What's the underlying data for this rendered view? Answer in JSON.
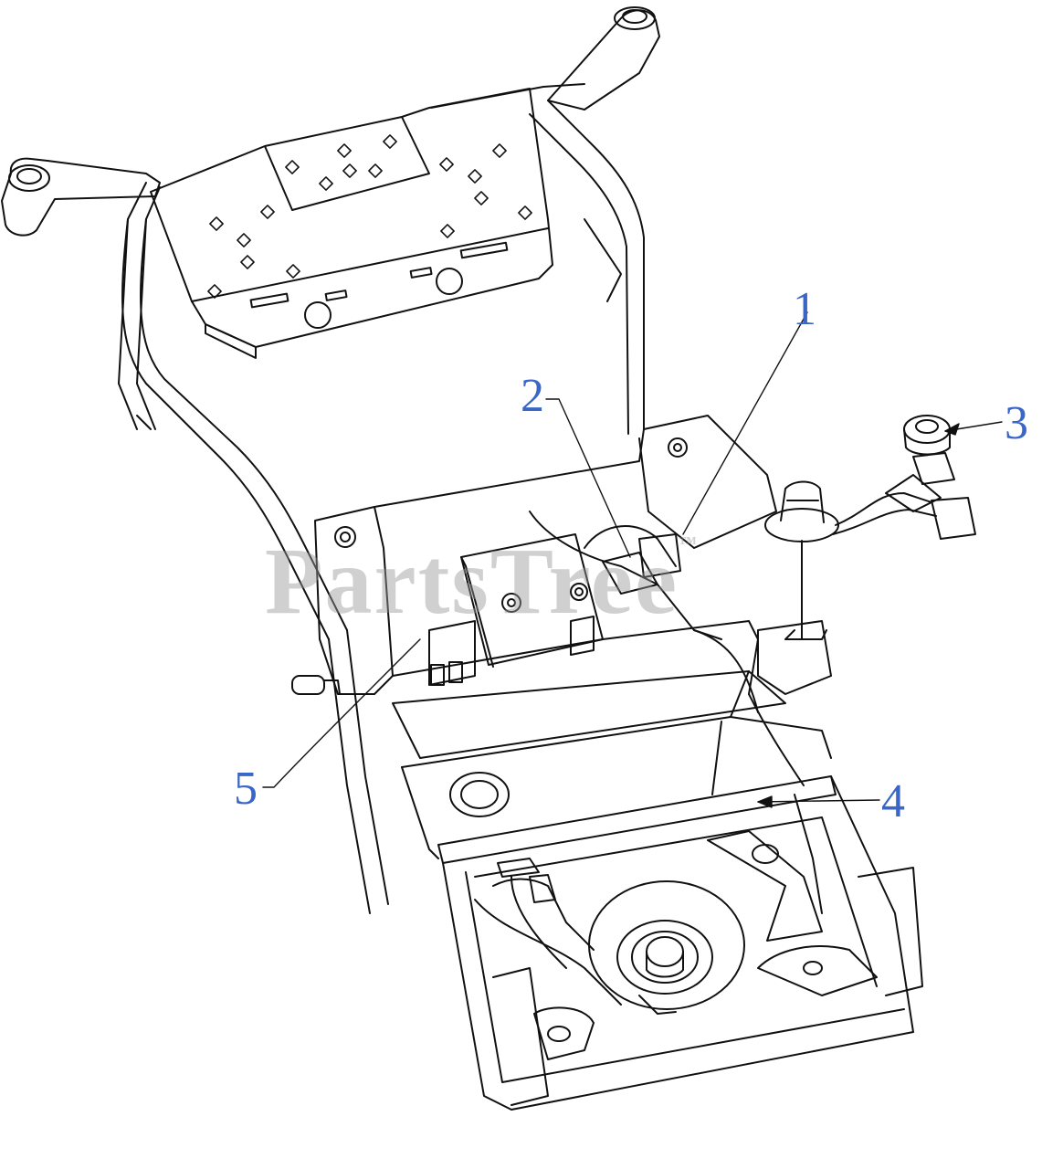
{
  "diagram": {
    "callouts": [
      {
        "id": "1",
        "label": "1"
      },
      {
        "id": "2",
        "label": "2"
      },
      {
        "id": "3",
        "label": "3"
      },
      {
        "id": "4",
        "label": "4"
      },
      {
        "id": "5",
        "label": "5"
      }
    ],
    "watermark": {
      "text": "PartsTree",
      "mark": "™"
    },
    "colors": {
      "callout_text": "#3a66c8",
      "line_art": "#111111",
      "watermark": "#969696",
      "background": "#ffffff"
    }
  }
}
